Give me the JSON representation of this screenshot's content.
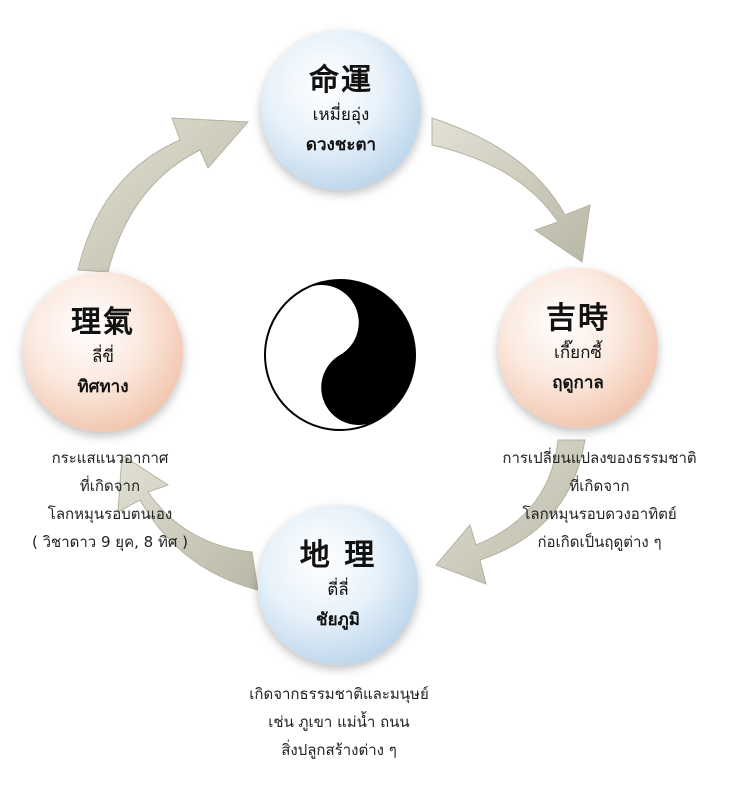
{
  "nodes": {
    "top": {
      "chinese": "命運",
      "thai": "เหมี่ยอุ่ง",
      "meaning": "ดวงชะตา"
    },
    "right": {
      "chinese": "吉時",
      "thai": "เกี๊ยกซี้",
      "meaning": "ฤดูกาล"
    },
    "left": {
      "chinese": "理氣",
      "thai": "ลี่ขี่",
      "meaning": "ทิศทาง"
    },
    "bottom": {
      "chinese": "地 理",
      "thai": "ตี่ลี่",
      "meaning": "ชัยภูมิ"
    }
  },
  "descriptions": {
    "left": [
      "กระแสแนวอากาศ",
      "ที่เกิดจาก",
      "โลกหมุนรอบตนเอง",
      "( วิชาดาว 9 ยุค, 8 ทิศ )"
    ],
    "right": [
      "การเปลี่ยนแปลงของธรรมชาติ",
      "ที่เกิดจาก",
      "โลกหมุนรอบดวงอาทิตย์",
      "ก่อเกิดเป็นฤดูต่าง ๆ"
    ],
    "bottom": [
      "เกิดจากธรรมชาติและมนุษย์",
      "เช่น ภูเขา แม่น้ำ ถนน",
      "สิ่งปลูกสร้างต่าง ๆ"
    ]
  },
  "icons": {
    "center": "yin-yang-icon",
    "cycle": "curved-arrow-icon"
  },
  "colors": {
    "arrow": "#cdccbc",
    "blue_node": "#bfd7ec",
    "peach_node": "#f2c7b0"
  }
}
